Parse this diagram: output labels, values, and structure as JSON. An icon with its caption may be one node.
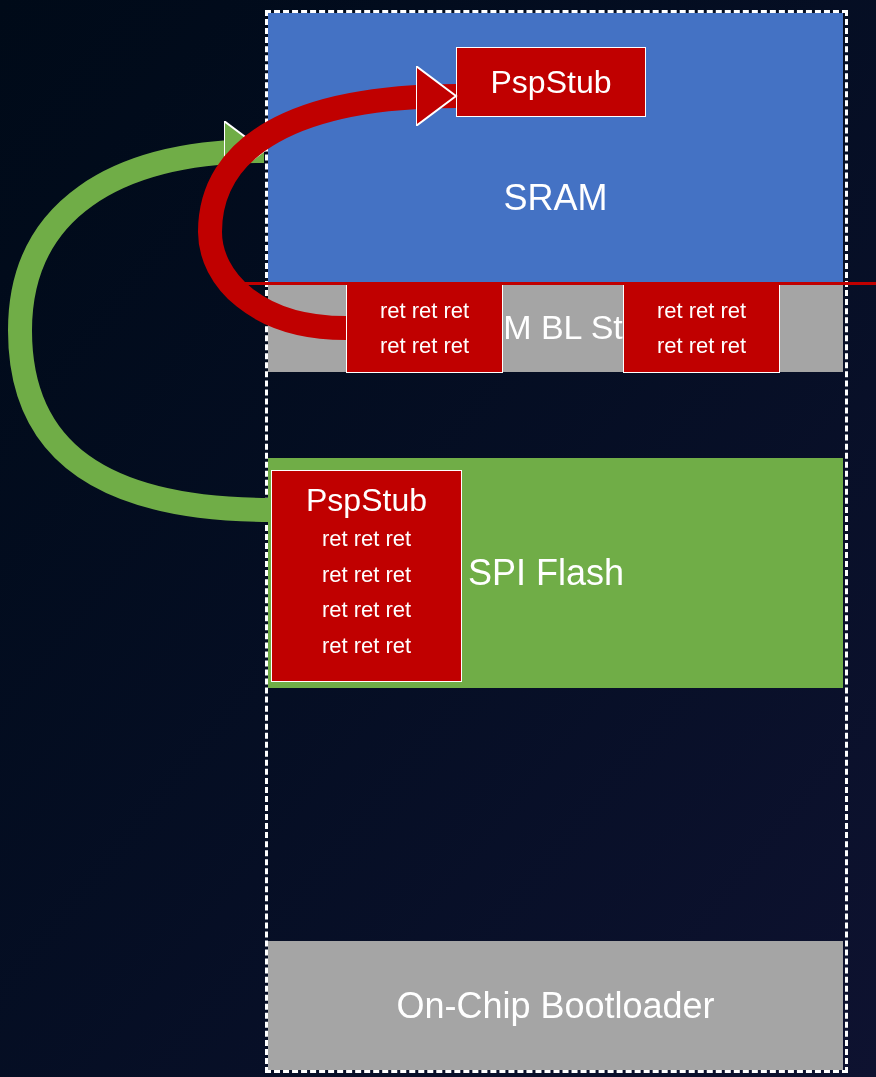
{
  "diagram": {
    "nodes": [
      {
        "text": [],
        "shape": "box"
      },
      {
        "text": [
          "SRAM"
        ],
        "in": 0
      },
      {
        "text": [
          "PspStub"
        ],
        "in": 1
      },
      {
        "text": [
          "M BL St"
        ],
        "in": 0
      },
      {
        "text": [
          "ret ret ret ret ret ret"
        ],
        "in": 3
      },
      {
        "text": [
          "ret ret ret ret ret ret"
        ],
        "in": 3
      },
      {
        "text": [
          "SPI Flash"
        ],
        "in": 0
      },
      {
        "text": [
          "PspStub",
          "ret ret ret ret ret ret ret ret ret ret ret ret"
        ],
        "in": 6
      },
      {
        "text": [
          "On-Chip Bootloader"
        ],
        "in": 0
      }
    ],
    "edges": [
      {
        "from": 7,
        "to": 1,
        "arrow": "to",
        "color": "#70ad47"
      },
      {
        "from": 4,
        "to": 2,
        "arrow": "to",
        "color": "#c00000"
      }
    ]
  }
}
